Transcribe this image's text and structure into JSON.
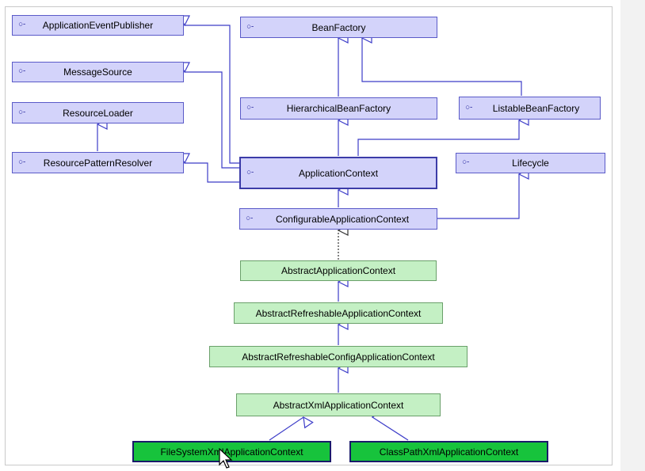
{
  "diagram": {
    "nodes": [
      {
        "id": "application-event-publisher",
        "label": "ApplicationEventPublisher",
        "kind": "interface",
        "marker": "○-"
      },
      {
        "id": "message-source",
        "label": "MessageSource",
        "kind": "interface",
        "marker": "○-"
      },
      {
        "id": "resource-loader",
        "label": "ResourceLoader",
        "kind": "interface",
        "marker": "○-"
      },
      {
        "id": "resource-pattern-resolver",
        "label": "ResourcePatternResolver",
        "kind": "interface",
        "marker": "○-"
      },
      {
        "id": "bean-factory",
        "label": "BeanFactory",
        "kind": "interface",
        "marker": "○-"
      },
      {
        "id": "hierarchical-bean-factory",
        "label": "HierarchicalBeanFactory",
        "kind": "interface",
        "marker": "○-"
      },
      {
        "id": "listable-bean-factory",
        "label": "ListableBeanFactory",
        "kind": "interface",
        "marker": "○-"
      },
      {
        "id": "application-context",
        "label": "ApplicationContext",
        "kind": "interface",
        "marker": "○-"
      },
      {
        "id": "lifecycle",
        "label": "Lifecycle",
        "kind": "interface",
        "marker": "○-"
      },
      {
        "id": "configurable-application-context",
        "label": "ConfigurableApplicationContext",
        "kind": "interface",
        "marker": "○-"
      },
      {
        "id": "abstract-application-context",
        "label": "AbstractApplicationContext",
        "kind": "abstract-class"
      },
      {
        "id": "abstract-refreshable-application-context",
        "label": "AbstractRefreshableApplicationContext",
        "kind": "abstract-class"
      },
      {
        "id": "abstract-refreshable-config-application-context",
        "label": "AbstractRefreshableConfigApplicationContext",
        "kind": "abstract-class"
      },
      {
        "id": "abstract-xml-application-context",
        "label": "AbstractXmlApplicationContext",
        "kind": "abstract-class"
      },
      {
        "id": "file-system-xml-application-context",
        "label": "FileSystemXmlApplicationContext",
        "kind": "class"
      },
      {
        "id": "class-path-xml-application-context",
        "label": "ClassPathXmlApplicationContext",
        "kind": "class"
      }
    ],
    "edges": [
      {
        "from": "hierarchical-bean-factory",
        "to": "bean-factory",
        "type": "extends"
      },
      {
        "from": "listable-bean-factory",
        "to": "bean-factory",
        "type": "extends"
      },
      {
        "from": "resource-pattern-resolver",
        "to": "resource-loader",
        "type": "extends"
      },
      {
        "from": "application-context",
        "to": "hierarchical-bean-factory",
        "type": "extends"
      },
      {
        "from": "application-context",
        "to": "listable-bean-factory",
        "type": "extends"
      },
      {
        "from": "application-context",
        "to": "application-event-publisher",
        "type": "extends"
      },
      {
        "from": "application-context",
        "to": "message-source",
        "type": "extends"
      },
      {
        "from": "application-context",
        "to": "resource-pattern-resolver",
        "type": "extends"
      },
      {
        "from": "configurable-application-context",
        "to": "application-context",
        "type": "extends"
      },
      {
        "from": "configurable-application-context",
        "to": "lifecycle",
        "type": "extends"
      },
      {
        "from": "abstract-application-context",
        "to": "configurable-application-context",
        "type": "implements"
      },
      {
        "from": "abstract-refreshable-application-context",
        "to": "abstract-application-context",
        "type": "extends"
      },
      {
        "from": "abstract-refreshable-config-application-context",
        "to": "abstract-refreshable-application-context",
        "type": "extends"
      },
      {
        "from": "abstract-xml-application-context",
        "to": "abstract-refreshable-config-application-context",
        "type": "extends"
      },
      {
        "from": "file-system-xml-application-context",
        "to": "abstract-xml-application-context",
        "type": "extends"
      },
      {
        "from": "class-path-xml-application-context",
        "to": "abstract-xml-application-context",
        "type": "extends"
      }
    ]
  },
  "colors": {
    "interface_fill": "#d3d3fa",
    "interface_border": "#5a5ac8",
    "abstract_fill": "#c4f0c4",
    "concrete_fill": "#17c33c",
    "edge_color": "#3c3cc8"
  }
}
